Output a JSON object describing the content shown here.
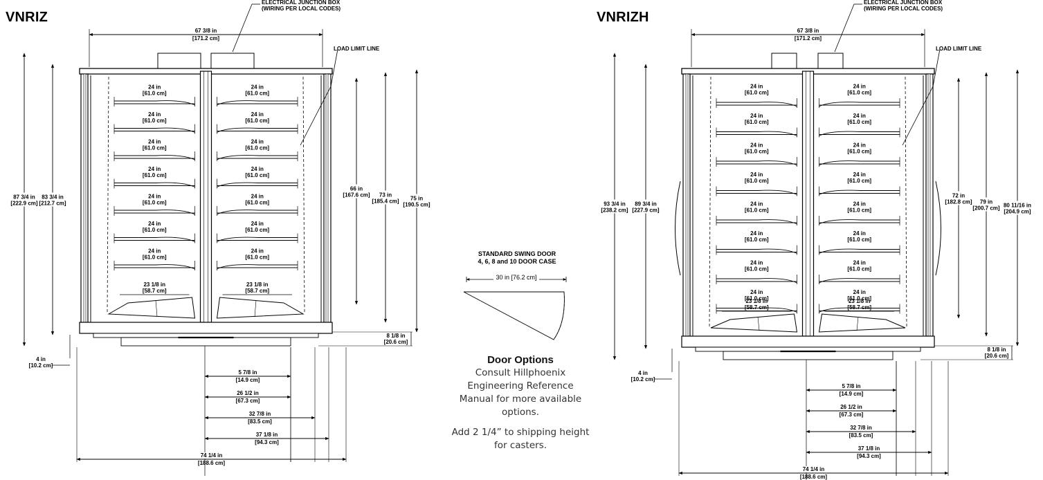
{
  "left": {
    "title": "VNRIZ",
    "junction_box": [
      "ELECTRICAL JUNCTION BOX",
      "(WIRING PER LOCAL CODES)"
    ],
    "load_limit": "LOAD LIMIT LINE",
    "top_width": [
      "67 3/8 in",
      "[171.2 cm]"
    ],
    "shelf_width": [
      "24 in",
      "[61.0 cm]"
    ],
    "bottom_width": [
      "23 1/8 in",
      "[58.7 cm]"
    ],
    "h_total": [
      "87 3/4 in",
      "[222.9 cm]"
    ],
    "h_body": [
      "83 3/4 in",
      "[212.7 cm]"
    ],
    "h_66": [
      "66 in",
      "[167.6 cm]"
    ],
    "h_73": [
      "73 in",
      "[185.4 cm]"
    ],
    "h_75": [
      "75 in",
      "[190.5 cm]"
    ],
    "h_81": [
      "8 1/8 in",
      "[20.6 cm]"
    ],
    "h_4": [
      "4 in",
      "[10.2 cm]"
    ],
    "d_578": [
      "5 7/8 in",
      "[14.9 cm]"
    ],
    "d_2612": [
      "26 1/2 in",
      "[67.3 cm]"
    ],
    "d_3278": [
      "32 7/8 in",
      "[83.5 cm]"
    ],
    "d_3718": [
      "37 1/8 in",
      "[94.3 cm]"
    ],
    "d_7414": [
      "74 1/4 in",
      "[188.6 cm]"
    ]
  },
  "right": {
    "title": "VNRIZH",
    "junction_box": [
      "ELECTRICAL JUNCTION BOX",
      "(WIRING PER LOCAL CODES)"
    ],
    "load_limit": "LOAD LIMIT LINE",
    "top_width": [
      "67 3/8 in",
      "[171.2 cm]"
    ],
    "shelf_width": [
      "24 in",
      "[61.0 cm]"
    ],
    "bottom_width": [
      "23 1/8 in",
      "[58.7 cm]"
    ],
    "h_total": [
      "93 3/4 in",
      "[238.2 cm]"
    ],
    "h_body": [
      "89 3/4 in",
      "[227.9 cm]"
    ],
    "h_72": [
      "72 in",
      "[182.8 cm]"
    ],
    "h_79": [
      "79 in",
      "[200.7 cm]"
    ],
    "h_80": [
      "80 11/16 in",
      "[204.9 cm]"
    ],
    "h_81": [
      "8 1/8 in",
      "[20.6 cm]"
    ],
    "h_4": [
      "4 in",
      "[10.2 cm]"
    ],
    "d_578": [
      "5 7/8 in",
      "[14.9 cm]"
    ],
    "d_2612": [
      "26 1/2 in",
      "[67.3 cm]"
    ],
    "d_3278": [
      "32 7/8 in",
      "[83.5 cm]"
    ],
    "d_3718": [
      "37 1/8 in",
      "[94.3 cm]"
    ],
    "d_7414": [
      "74 1/4 in",
      "[188.6 cm]"
    ]
  },
  "swing": {
    "heading": "STANDARD SWING DOOR",
    "heading2": "4, 6, 8 and 10 DOOR CASE",
    "width": "30 in [76.2 cm]"
  },
  "door_options": {
    "title": "Door Options",
    "text": "Consult Hillphoenix Engineering Reference Manual for more available options.",
    "note": "Add 2 1/4” to shipping height for casters."
  }
}
